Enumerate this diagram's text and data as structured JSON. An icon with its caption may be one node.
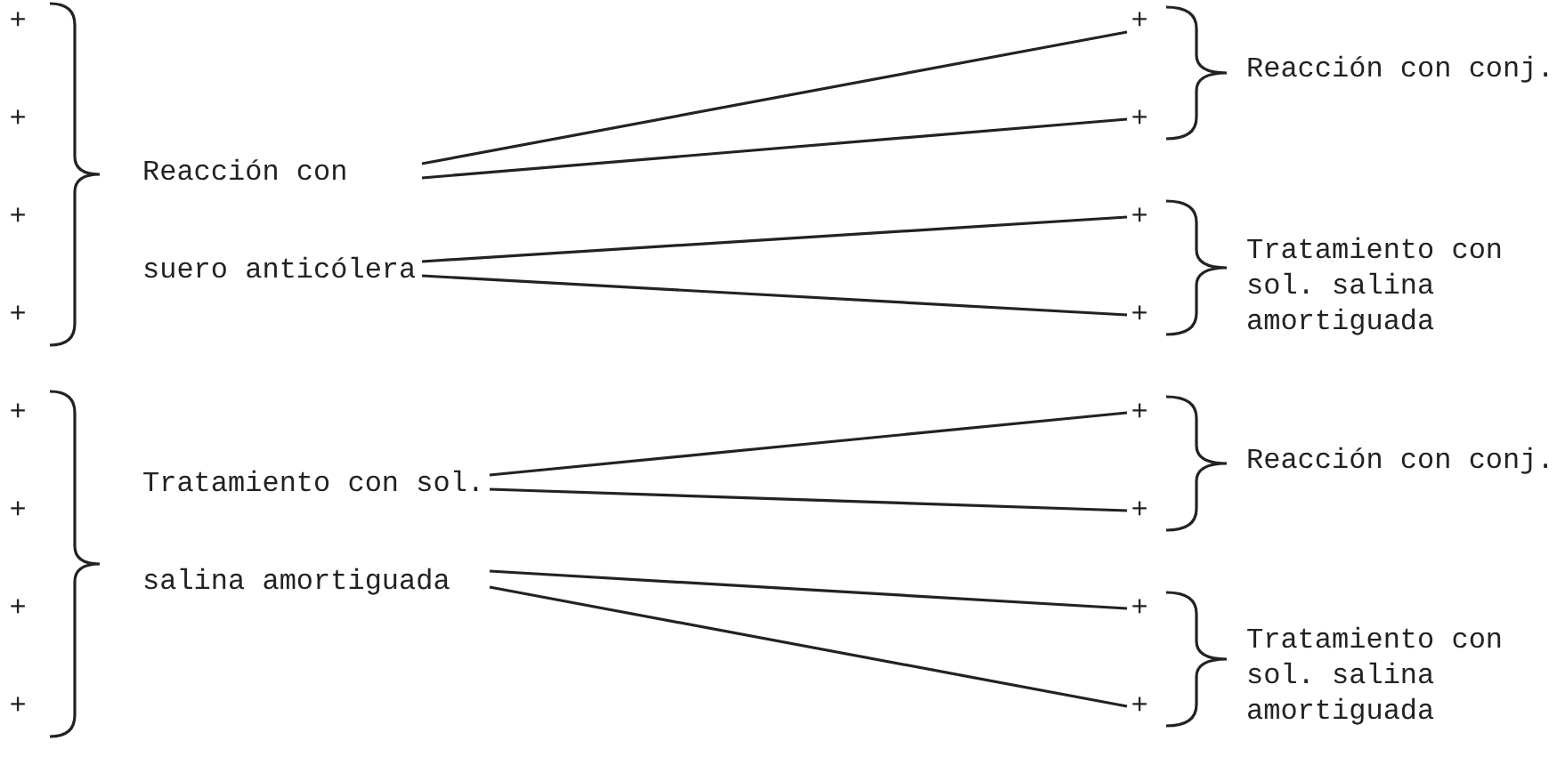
{
  "diagram": {
    "nodes": [
      {
        "text": [
          "Reacción con suero anticólera"
        ]
      },
      {
        "text": [
          "+"
        ]
      },
      {
        "text": [
          "+"
        ]
      },
      {
        "text": [
          "+"
        ]
      },
      {
        "text": [
          "+"
        ]
      },
      {
        "text": [
          "Tratamiento con sol. salina amortiguada"
        ]
      },
      {
        "text": [
          "+"
        ]
      },
      {
        "text": [
          "+"
        ]
      },
      {
        "text": [
          "+"
        ]
      },
      {
        "text": [
          "+"
        ]
      }
    ],
    "edges": [
      {
        "from": 0,
        "to": 1,
        "arrow": "none"
      },
      {
        "from": 0,
        "to": 2,
        "arrow": "none"
      },
      {
        "from": 0,
        "to": 3,
        "arrow": "none"
      },
      {
        "from": 0,
        "to": 4,
        "arrow": "none"
      },
      {
        "from": 5,
        "to": 6,
        "arrow": "none"
      },
      {
        "from": 5,
        "to": 7,
        "arrow": "none"
      },
      {
        "from": 5,
        "to": 8,
        "arrow": "none"
      },
      {
        "from": 5,
        "to": 9,
        "arrow": "none"
      }
    ],
    "labels": [
      "+",
      "+",
      "+",
      "+",
      "+",
      "+",
      "+",
      "+",
      "Reacción con conj.",
      "Tratamiento con sol. salina amortiguada",
      "Reacción con conj.",
      "Tratamiento con sol. salina amortiguada"
    ]
  }
}
